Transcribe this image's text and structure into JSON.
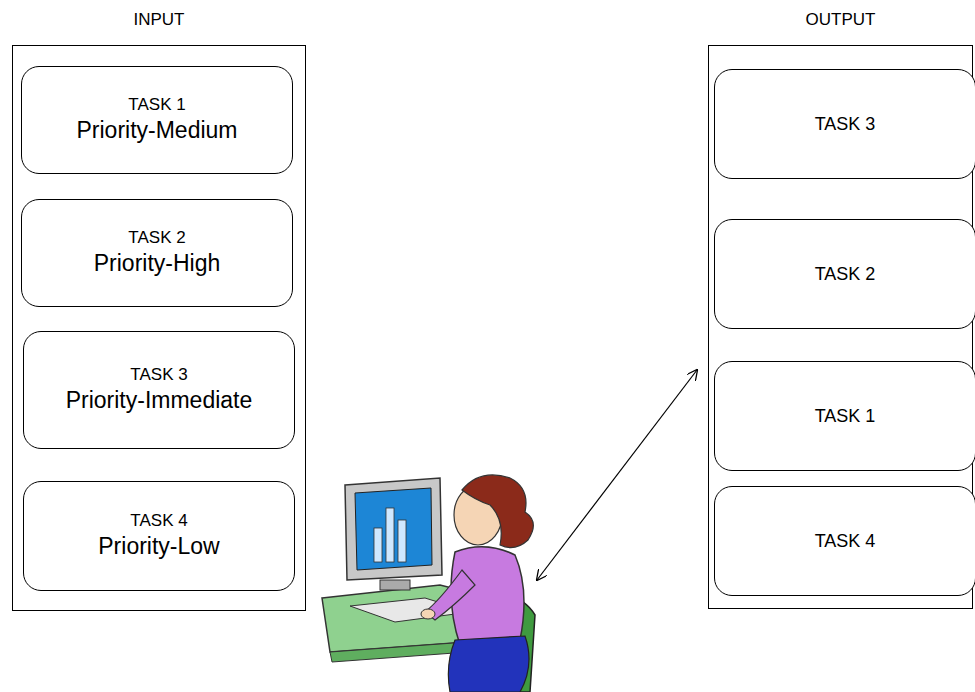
{
  "diagram": {
    "nodes": [
      {
        "text": [
          "INPUT"
        ]
      },
      {
        "text": [
          "TASK 1",
          "Priority-Medium"
        ],
        "in": 0
      },
      {
        "text": [
          "TASK 2",
          "Priority-High"
        ],
        "in": 0
      },
      {
        "text": [
          "TASK 3",
          "Priority-Immediate"
        ],
        "in": 0
      },
      {
        "text": [
          "TASK 4",
          "Priority-Low"
        ],
        "in": 0
      },
      {
        "text": [
          "OUTPUT"
        ]
      },
      {
        "text": [
          "TASK 3"
        ],
        "in": 5
      },
      {
        "text": [
          "TASK 2"
        ],
        "in": 5
      },
      {
        "text": [
          "TASK 1"
        ],
        "in": 5
      },
      {
        "text": [
          "TASK 4"
        ],
        "in": 5
      }
    ]
  }
}
